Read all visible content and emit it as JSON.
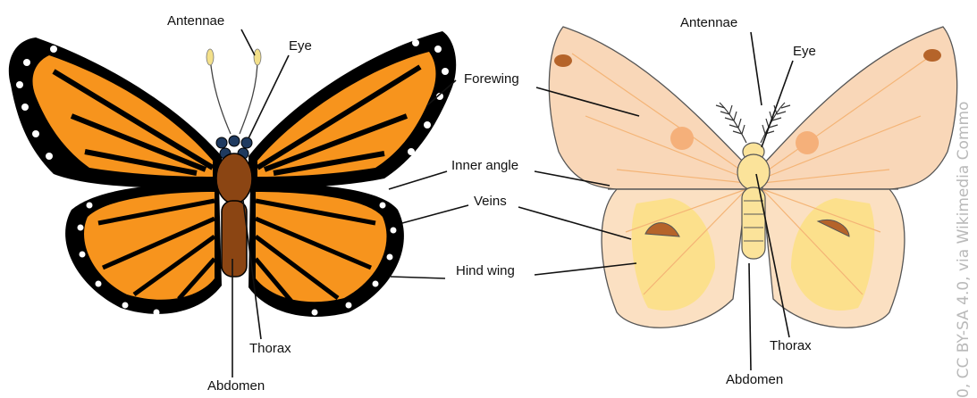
{
  "butterfly": {
    "labels": {
      "antennae": "Antennae",
      "eye": "Eye",
      "thorax": "Thorax",
      "abdomen": "Abdomen"
    },
    "colors": {
      "wing": "#f7941d",
      "border": "#000000",
      "spots": "#ffffff",
      "body": "#8b4513",
      "eyes": "#1f3a5f"
    }
  },
  "center_labels": {
    "forewing": "Forewing",
    "inner_angle": "Inner angle",
    "veins": "Veins",
    "hind_wing": "Hind wing"
  },
  "moth": {
    "labels": {
      "antennae": "Antennae",
      "eye": "Eye",
      "thorax": "Thorax",
      "abdomen": "Abdomen"
    },
    "colors": {
      "forewing": "#f9d7b8",
      "hindwing": "#fce08c",
      "body": "#fbe39a",
      "eyespot": "#b5642a"
    }
  },
  "credit": "0, CC BY-SA 4.0, via Wikimedia Commo"
}
